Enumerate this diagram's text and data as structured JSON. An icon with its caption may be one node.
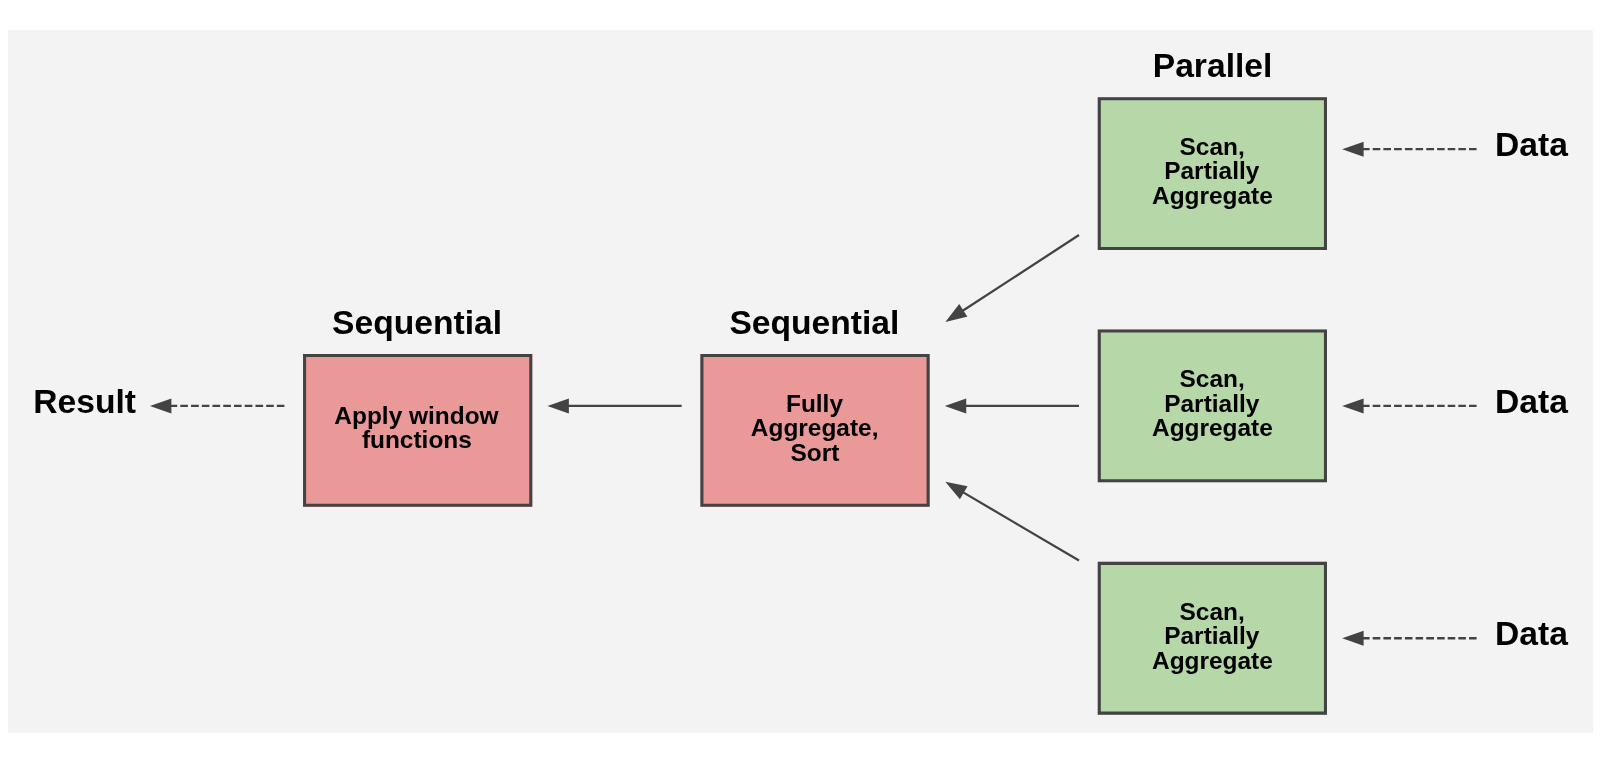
{
  "diagram": {
    "nodes": [
      {
        "text": [
          "Result"
        ]
      },
      {
        "text": [
          "Apply window functions"
        ],
        "beside": [
          "Sequential"
        ]
      },
      {
        "text": [
          "Fully Aggregate, Sort"
        ],
        "beside": [
          "Sequential"
        ]
      },
      {
        "text": [
          "Scan, Partially Aggregate"
        ],
        "beside": [
          "Parallel"
        ]
      },
      {
        "text": [
          "Scan, Partially Aggregate"
        ]
      },
      {
        "text": [
          "Scan, Partially Aggregate"
        ]
      },
      {
        "text": [
          "Data"
        ]
      },
      {
        "text": [
          "Data"
        ]
      },
      {
        "text": [
          "Data"
        ]
      }
    ],
    "edges": [
      {
        "from": 1,
        "to": 0,
        "arrow": "to",
        "style": "dashed"
      },
      {
        "from": 2,
        "to": 1,
        "arrow": "to"
      },
      {
        "from": 3,
        "to": 2,
        "arrow": "to"
      },
      {
        "from": 4,
        "to": 2,
        "arrow": "to"
      },
      {
        "from": 5,
        "to": 2,
        "arrow": "to"
      },
      {
        "from": 6,
        "to": 3,
        "arrow": "to",
        "style": "dashed"
      },
      {
        "from": 7,
        "to": 4,
        "arrow": "to",
        "style": "dashed"
      },
      {
        "from": 8,
        "to": 5,
        "arrow": "to",
        "style": "dashed"
      }
    ]
  }
}
